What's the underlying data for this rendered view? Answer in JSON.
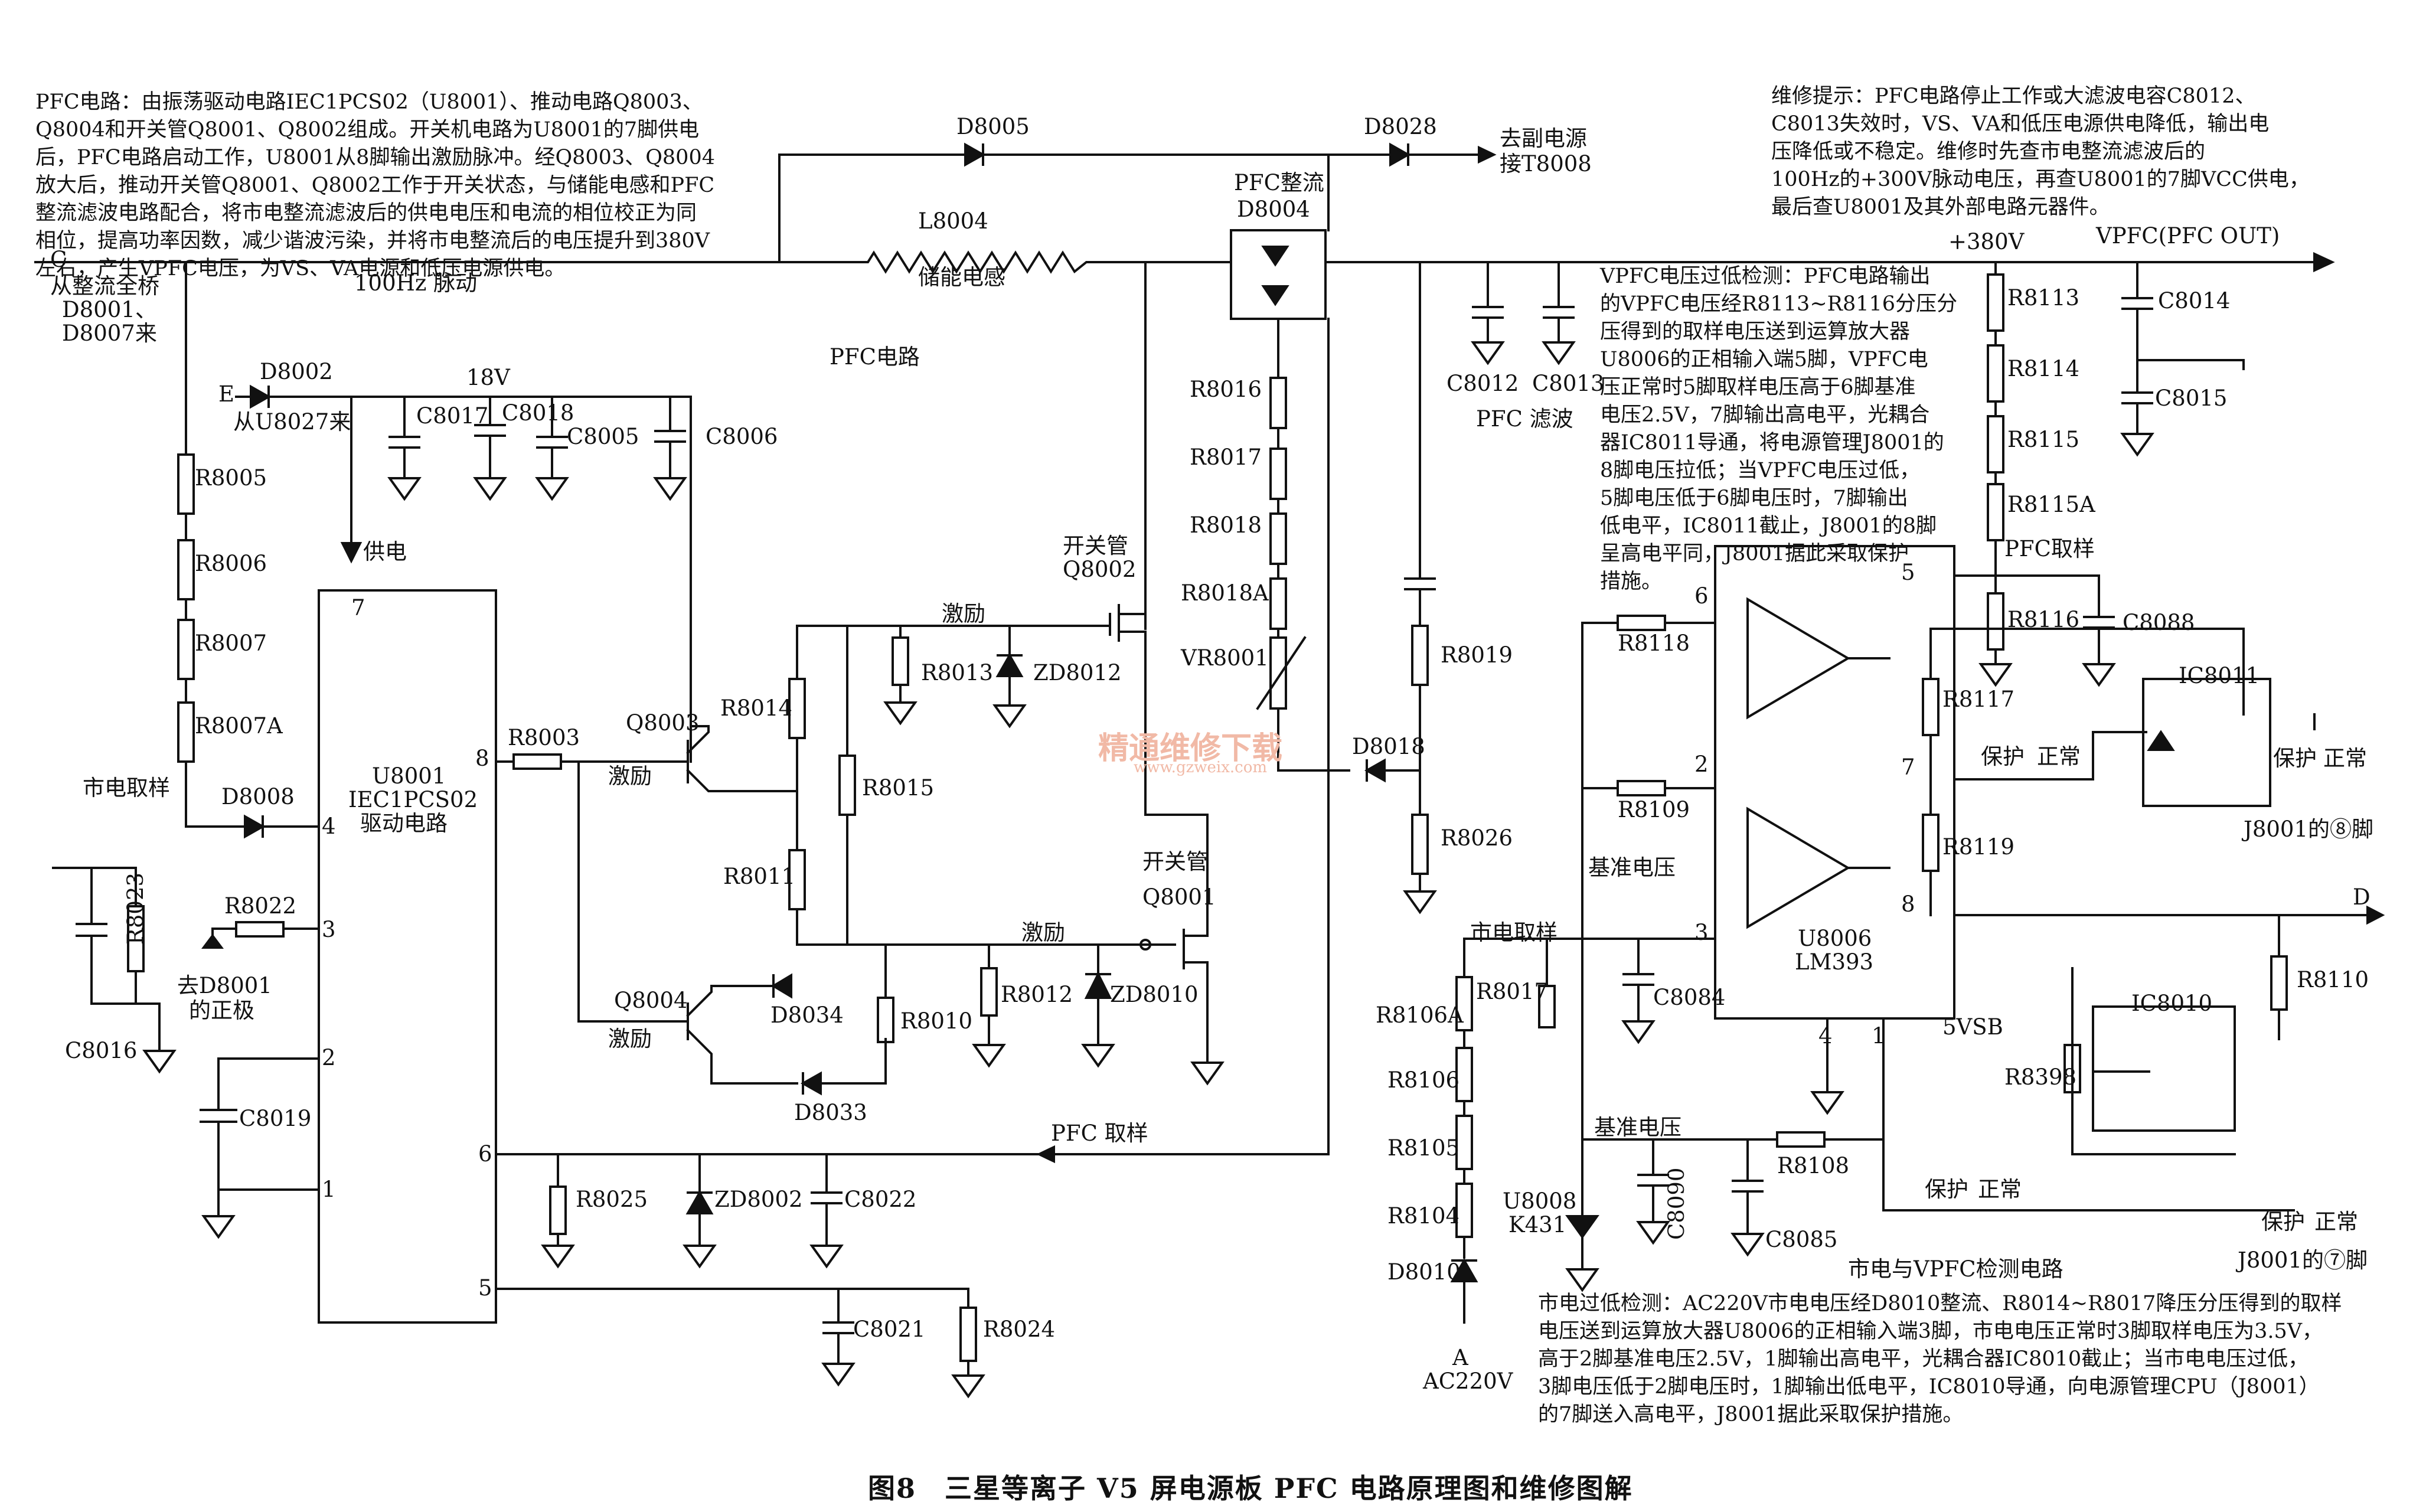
{
  "paragraphs": {
    "pfc_circuit": "PFC电路：由振荡驱动电路IEC1PCS02（U8001）、推动电路Q8003、\nQ8004和开关管Q8001、Q8002组成。开关机电路为U8001的7脚供电\n后，PFC电路启动工作，U8001从8脚输出激励脉冲。经Q8003、Q8004\n放大后，推动开关管Q8001、Q8002工作于开关状态，与储能电感和PFC\n整流滤波电路配合，将市电整流滤波后的供电电压和电流的相位校正为同\n相位，提高功率因数，减少谐波污染，并将市电整流后的电压提升到380V\n左右，产生VPFC电压，为VS、VA电源和低压电源供电。",
    "repair_tip": "维修提示：PFC电路停止工作或大滤波电容C8012、\nC8013失效时，VS、VA和低压电源供电降低，输出电\n压降低或不稳定。维修时先查市电整流滤波后的\n100Hz的+300V脉动电压，再查U8001的7脚VCC供电，\n最后查U8001及其外部电路元器件。",
    "vpfc_detect": "VPFC电压过低检测：PFC电路输出\n的VPFC电压经R8113~R8116分压分\n压得到的取样电压送到运算放大器\nU8006的正相输入端5脚，VPFC电\n压正常时5脚取样电压高于6脚基准\n电压2.5V，7脚输出高电平，光耦合\n器IC8011导通，将电源管理J8001的\n8脚电压拉低；当VPFC电压过低，\n5脚电压低于6脚电压时，7脚输出\n低电平，IC8011截止，J8001的8脚\n呈高电平同，J8001据此采取保护\n措施。",
    "mains_detect": "市电过低检测：AC220V市电电压经D8010整流、R8014~R8017降压分压得到的取样\n电压送到运算放大器U8006的正相输入端3脚，市电电压正常时3脚取样电压为3.5V，\n高于2脚基准电压2.5V，1脚输出高电平，光耦合器IC8010截止；当市电电压过低，\n3脚电压低于2脚电压时，1脚输出低电平，IC8010导通，向电源管理CPU（J8001）\n的7脚送入高电平，J8001据此采取保护措施。"
  },
  "caption": "图8　三星等离子 V5 屏电源板 PFC 电路原理图和维修图解",
  "watermark": {
    "cn": "精通维修下载",
    "url": "www.gzweix.com"
  },
  "labels": [
    "C",
    "从整流全桥",
    "D8001、",
    "D8007来",
    "100Hz 脉动",
    "D8005",
    "D8028",
    "去副电源",
    "接T8008",
    "PFC整流",
    "D8004",
    "L8004",
    "储能电感",
    "PFC电路",
    "+380V",
    "VPFC(PFC OUT)",
    "E",
    "D8002",
    "从U8027来",
    "18V",
    "C8017",
    "C8018",
    "C8005",
    "C8006",
    "供电",
    "R8005",
    "R8006",
    "R8007",
    "R8007A",
    "市电取样",
    "D8008",
    "C8016",
    "R8023",
    "R8022",
    "去D8001",
    "的正极",
    "C8019",
    "U8001",
    "IEC1PCS02",
    "驱动电路",
    "7",
    "8",
    "4",
    "3",
    "2",
    "6",
    "1",
    "5",
    "R8003",
    "Q8003",
    "激励",
    "Q8004",
    "激励",
    "R8014",
    "R8015",
    "R8011",
    "D8034",
    "D8033",
    "R8010",
    "开关管",
    "Q8002",
    "激励",
    "R8013",
    "ZD8012",
    "开关管",
    "Q8001",
    "激励",
    "R8012",
    "ZD8010",
    "PFC 取样",
    "R8025",
    "ZD8002",
    "C8022",
    "C8021",
    "R8024",
    "R8016",
    "R8017",
    "R8018",
    "R8018A",
    "VR8001",
    "D8018",
    "R8019",
    "R8026",
    "C8012",
    "C8013",
    "PFC 滤波",
    "R8113",
    "R8114",
    "R8115",
    "R8115A",
    "PFC取样",
    "R8116",
    "C8088",
    "C8014",
    "C8015",
    "6",
    "R8118",
    "2",
    "R8109",
    "基准电压",
    "3",
    "U8006",
    "LM393",
    "4",
    "1",
    "5",
    "7",
    "8",
    "R8117",
    "R8119",
    "IC8011",
    "保护",
    "正常",
    "保护",
    "正常",
    "J8001的⑧脚",
    "D",
    "R8110",
    "IC8010",
    "5VSB",
    "R8398",
    "保护",
    "正常",
    "保护",
    "正常",
    "J8001的⑦脚",
    "市电取样",
    "R8017",
    "R8106A",
    "R8106",
    "R8105",
    "R8104",
    "D8010",
    "A",
    "AC220V",
    "C8084",
    "基准电压",
    "R8108",
    "C8090",
    "C8085",
    "U8008",
    "K431",
    "市电与VPFC检测电路"
  ]
}
